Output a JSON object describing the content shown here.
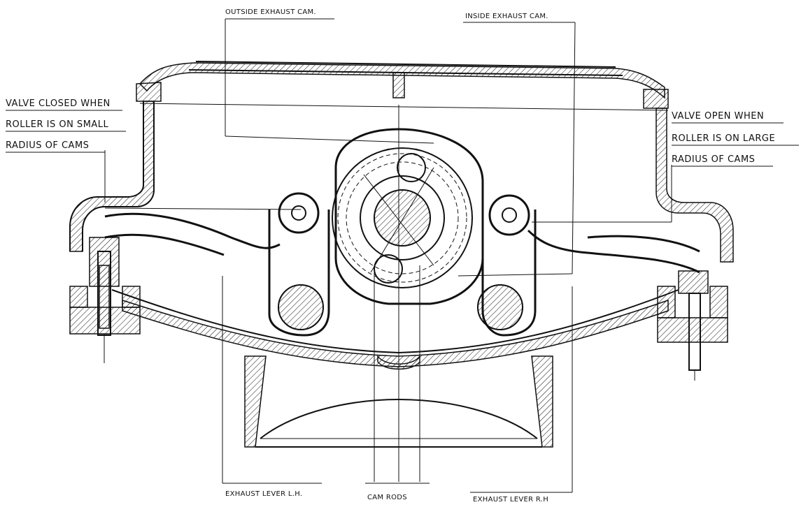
{
  "labels": {
    "outside_exhaust_cam": "OUTSIDE EXHAUST CAM.",
    "inside_exhaust_cam": "INSIDE EXHAUST CAM.",
    "valve_closed_line1": "VALVE CLOSED WHEN",
    "valve_closed_line2": "ROLLER IS ON SMALL",
    "valve_closed_line3": "RADIUS OF CAMS",
    "valve_open_line1": "VALVE OPEN WHEN",
    "valve_open_line2": "ROLLER IS ON LARGE",
    "valve_open_line3": "RADIUS OF CAMS",
    "exhaust_lever_lh": "EXHAUST LEVER L.H.",
    "cam_rods": "CAM RODS",
    "exhaust_lever_rh": "EXHAUST LEVER R.H"
  }
}
